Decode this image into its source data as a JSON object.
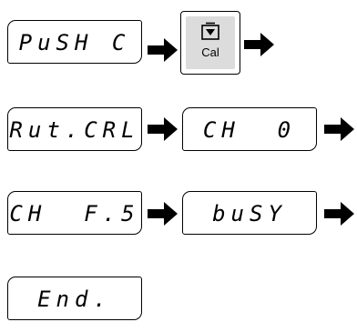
{
  "displays": {
    "push_c": "PuSH C",
    "aut_cal": "Rut.CRL",
    "ch_0": "CH  0",
    "ch_fs": "CH  F.5",
    "busy": "buSY",
    "end": "End."
  },
  "cal_key": {
    "label": "Cal",
    "icon": "weight-icon"
  },
  "arrow_icon": "right-arrow-icon"
}
